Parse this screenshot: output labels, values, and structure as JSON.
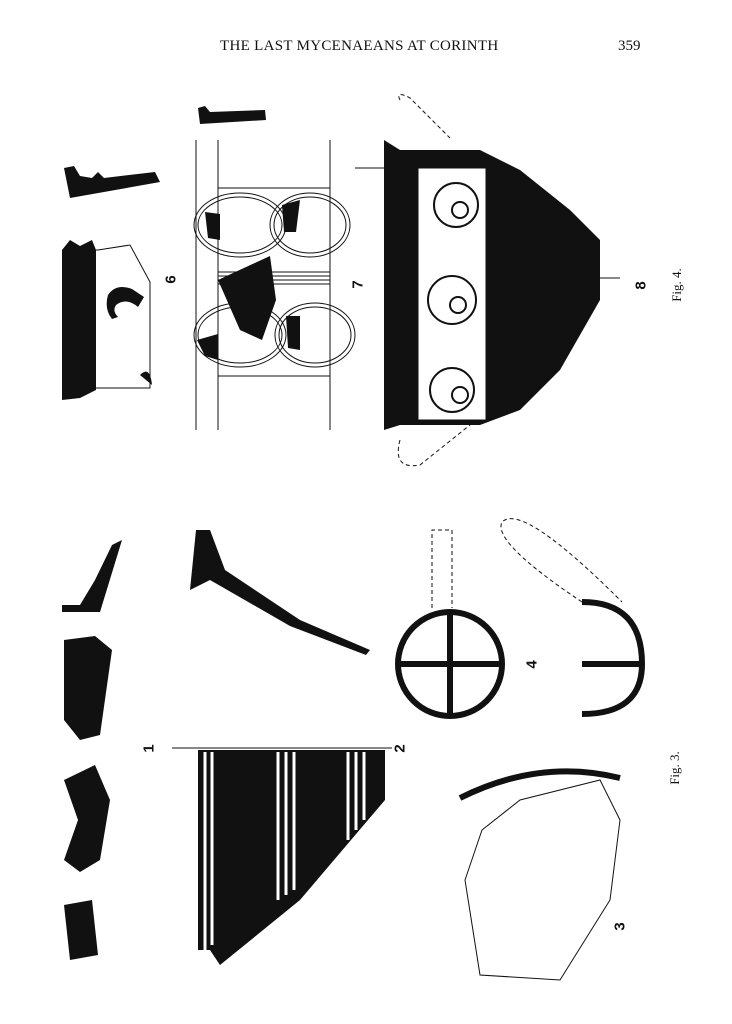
{
  "header": {
    "running_title": "THE LAST MYCENAEANS AT CORINTH",
    "page_number": "359"
  },
  "figures": [
    {
      "caption": "Fig. 4.",
      "items": [
        {
          "label": "6",
          "description": "Rim profile and decorated sherd with hatched rim band and spiral"
        },
        {
          "label": "7",
          "description": "Reconstructed band with concentric loop motifs and horizontal lines, with rim profile"
        },
        {
          "label": "8",
          "description": "Krater profile with spiral frieze panel and dashed handle reconstructions"
        }
      ]
    },
    {
      "caption": "Fig. 3.",
      "items": [
        {
          "label": "1",
          "description": "Four painted sherds with profile, including hatched circles and banding"
        },
        {
          "label": "2",
          "description": "Body profile and striped panel sherd"
        },
        {
          "label": "3",
          "description": "Large sherd with arc profile and painted bands"
        },
        {
          "label": "4",
          "description": "Top view and section of vessel with cross-painted base and dashed handle reconstruction"
        }
      ]
    }
  ],
  "colors": {
    "ink": "#111111",
    "paper": "#ffffff"
  }
}
